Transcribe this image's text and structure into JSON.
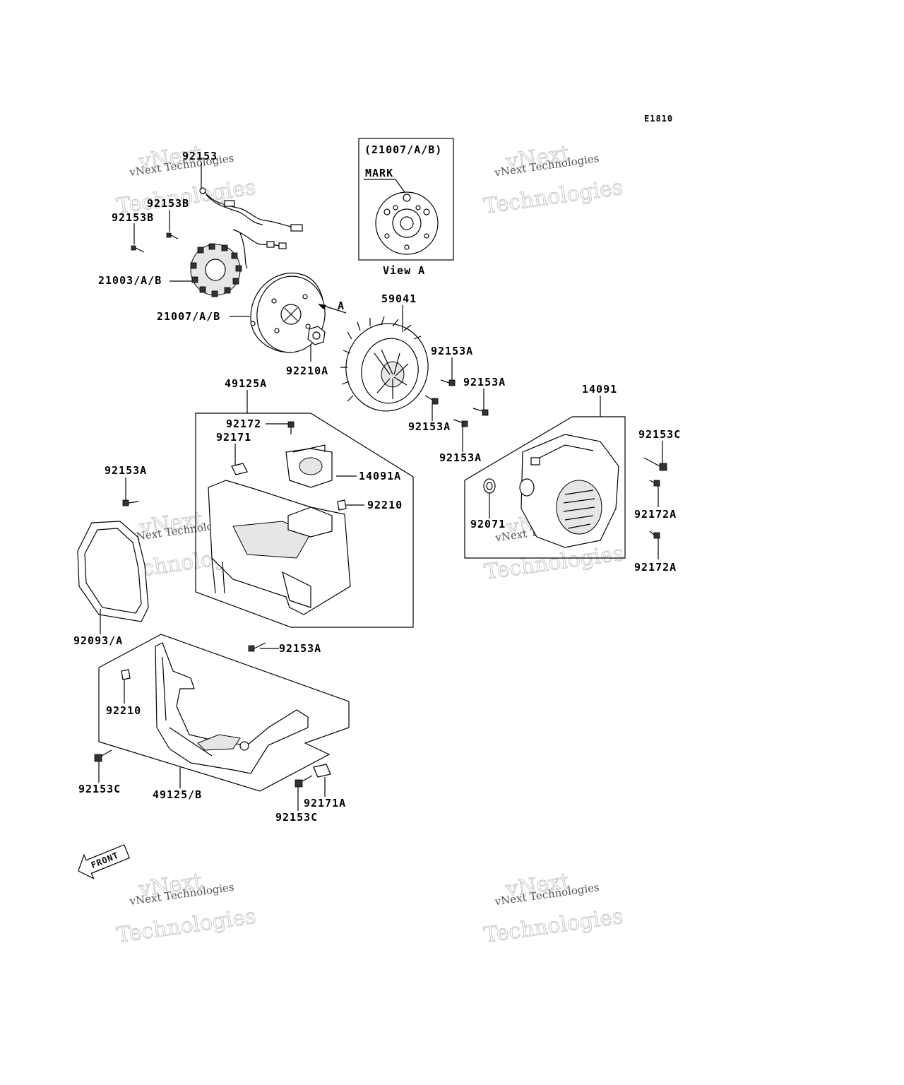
{
  "diagram_code": "E1810",
  "view_box": {
    "title": "(21007/A/B)",
    "mark_label": "MARK",
    "caption": "View A"
  },
  "view_arrow_label": "A",
  "front_label": "FRONT",
  "watermark": {
    "line1": "vNext Technologies",
    "line2": "vNext",
    "line3": "Technologies"
  },
  "parts": [
    {
      "id": "p-92153",
      "label": "92153"
    },
    {
      "id": "p-92153B-1",
      "label": "92153B"
    },
    {
      "id": "p-92153B-2",
      "label": "92153B"
    },
    {
      "id": "p-21003",
      "label": "21003/A/B"
    },
    {
      "id": "p-21007",
      "label": "21007/A/B"
    },
    {
      "id": "p-92210A",
      "label": "92210A"
    },
    {
      "id": "p-59041",
      "label": "59041"
    },
    {
      "id": "p-92153A-1",
      "label": "92153A"
    },
    {
      "id": "p-92153A-2",
      "label": "92153A"
    },
    {
      "id": "p-92153A-3",
      "label": "92153A"
    },
    {
      "id": "p-92153A-4",
      "label": "92153A"
    },
    {
      "id": "p-49125A",
      "label": "49125A"
    },
    {
      "id": "p-92172",
      "label": "92172"
    },
    {
      "id": "p-92171",
      "label": "92171"
    },
    {
      "id": "p-14091A",
      "label": "14091A"
    },
    {
      "id": "p-92210-1",
      "label": "92210"
    },
    {
      "id": "p-92153A-5",
      "label": "92153A"
    },
    {
      "id": "p-92153A-6",
      "label": "92153A"
    },
    {
      "id": "p-92093",
      "label": "92093/A"
    },
    {
      "id": "p-14091",
      "label": "14091"
    },
    {
      "id": "p-92153C-1",
      "label": "92153C"
    },
    {
      "id": "p-92172A-1",
      "label": "92172A"
    },
    {
      "id": "p-92172A-2",
      "label": "92172A"
    },
    {
      "id": "p-92071",
      "label": "92071"
    },
    {
      "id": "p-92210-2",
      "label": "92210"
    },
    {
      "id": "p-92153C-2",
      "label": "92153C"
    },
    {
      "id": "p-49125B",
      "label": "49125/B"
    },
    {
      "id": "p-92171A",
      "label": "92171A"
    },
    {
      "id": "p-92153C-3",
      "label": "92153C"
    }
  ]
}
